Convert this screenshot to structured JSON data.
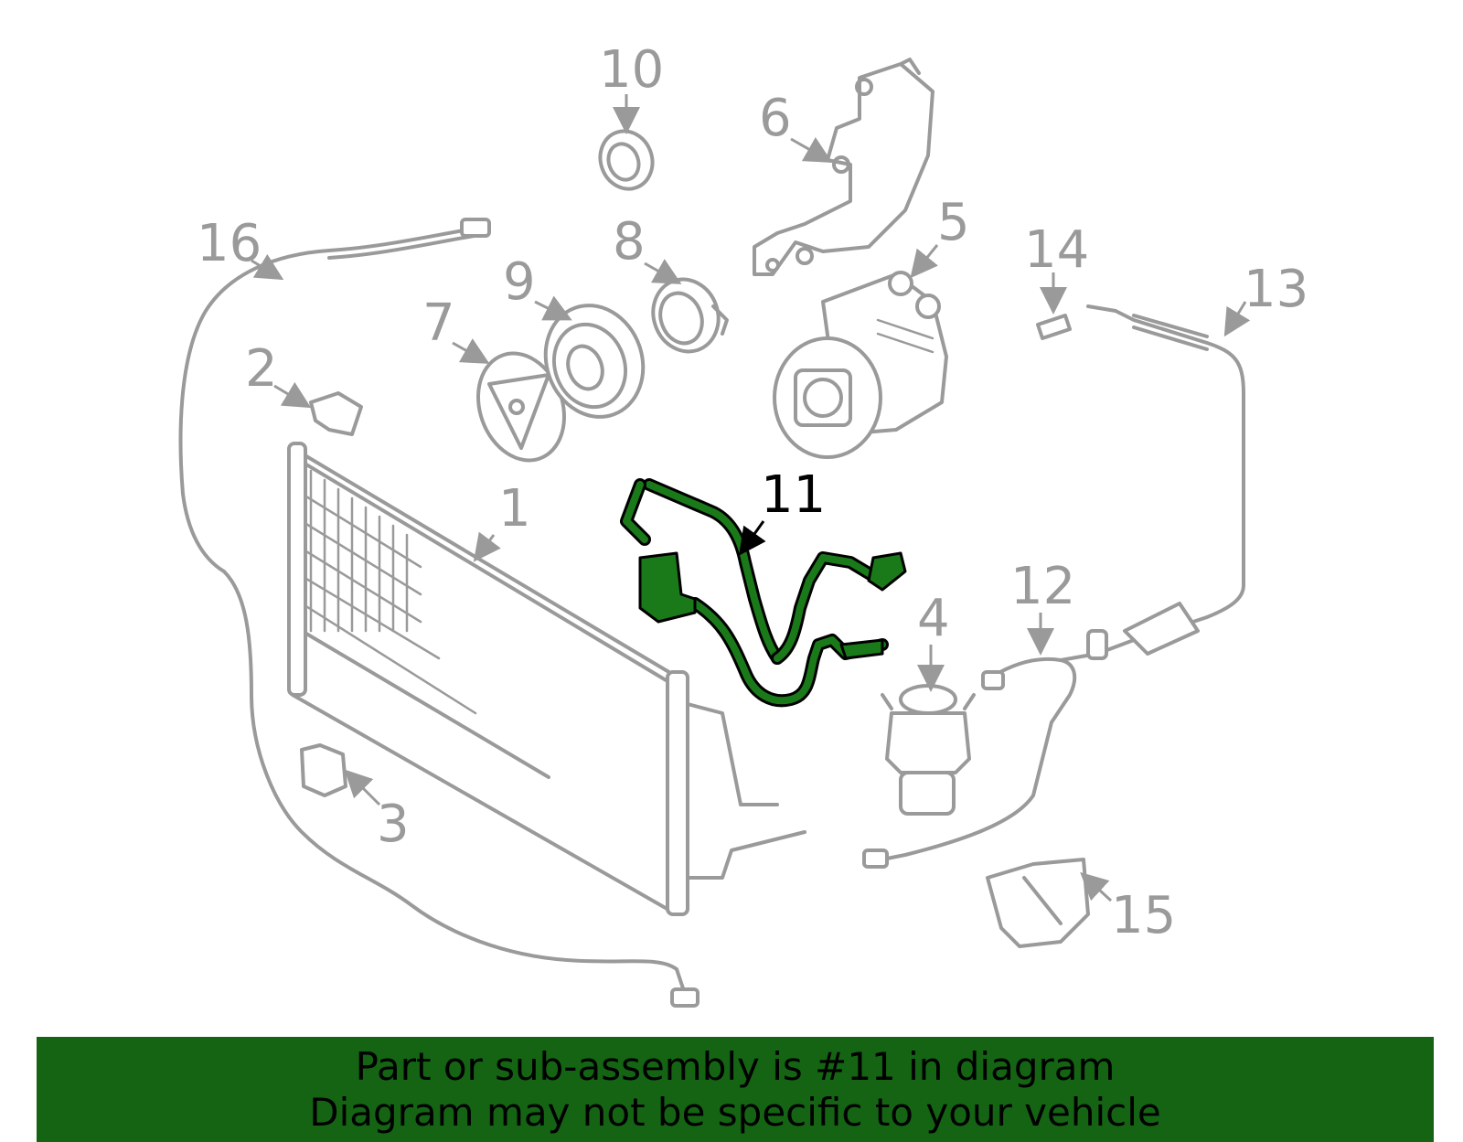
{
  "highlight_color": "#1a7a1a",
  "banner_color": "#146414",
  "callouts": {
    "c1": "1",
    "c2": "2",
    "c3": "3",
    "c4": "4",
    "c5": "5",
    "c6": "6",
    "c7": "7",
    "c8": "8",
    "c9": "9",
    "c10": "10",
    "c11": "11",
    "c12": "12",
    "c13": "13",
    "c14": "14",
    "c15": "15",
    "c16": "16"
  },
  "highlighted_callout": "11",
  "banner": {
    "line1": "Part or sub-assembly is #11 in diagram",
    "line2": "Diagram may not be specific to your vehicle"
  }
}
